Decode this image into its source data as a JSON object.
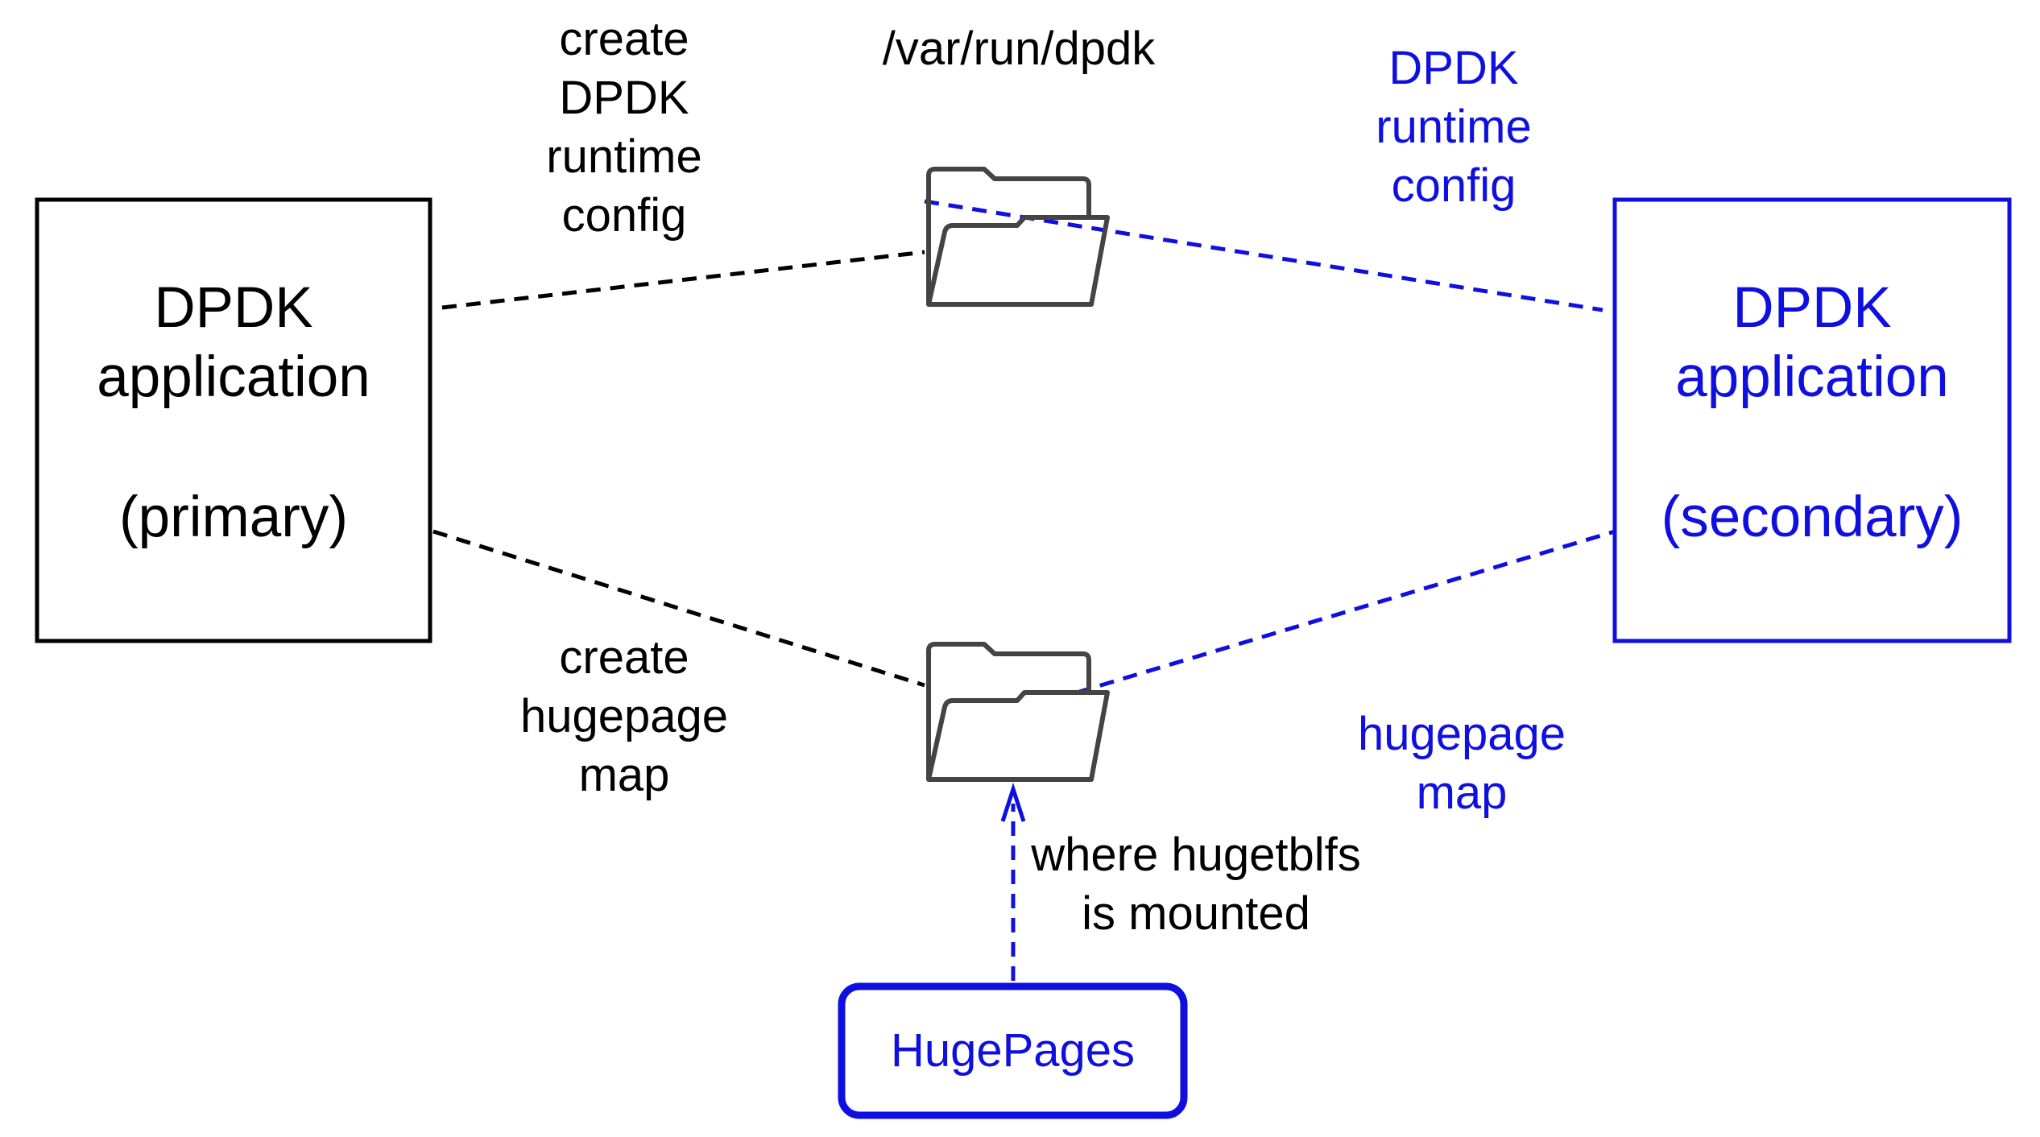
{
  "colors": {
    "primary": "#000000",
    "secondary": "#0f0fe0",
    "folder": "#444444"
  },
  "primary_app": {
    "line1": "DPDK",
    "line2": "application",
    "line3": "(primary)"
  },
  "secondary_app": {
    "line1": "DPDK",
    "line2": "application",
    "line3": "(secondary)"
  },
  "top_folder": {
    "icon": "folder-icon",
    "path_label": "/var/run/dpdk"
  },
  "bottom_folder": {
    "icon": "folder-icon"
  },
  "create_runtime_label": {
    "line1": "create",
    "line2": "DPDK",
    "line3": "runtime",
    "line4": "config"
  },
  "secondary_runtime_label": {
    "line1": "DPDK",
    "line2": "runtime",
    "line3": "config"
  },
  "create_hugepage_label": {
    "line1": "create",
    "line2": "hugepage",
    "line3": "map"
  },
  "secondary_hugepage_label": {
    "line1": "hugepage",
    "line2": "map"
  },
  "mount_label": {
    "line1": "where hugetblfs",
    "line2": "is mounted"
  },
  "hugepages": {
    "label": "HugePages"
  }
}
